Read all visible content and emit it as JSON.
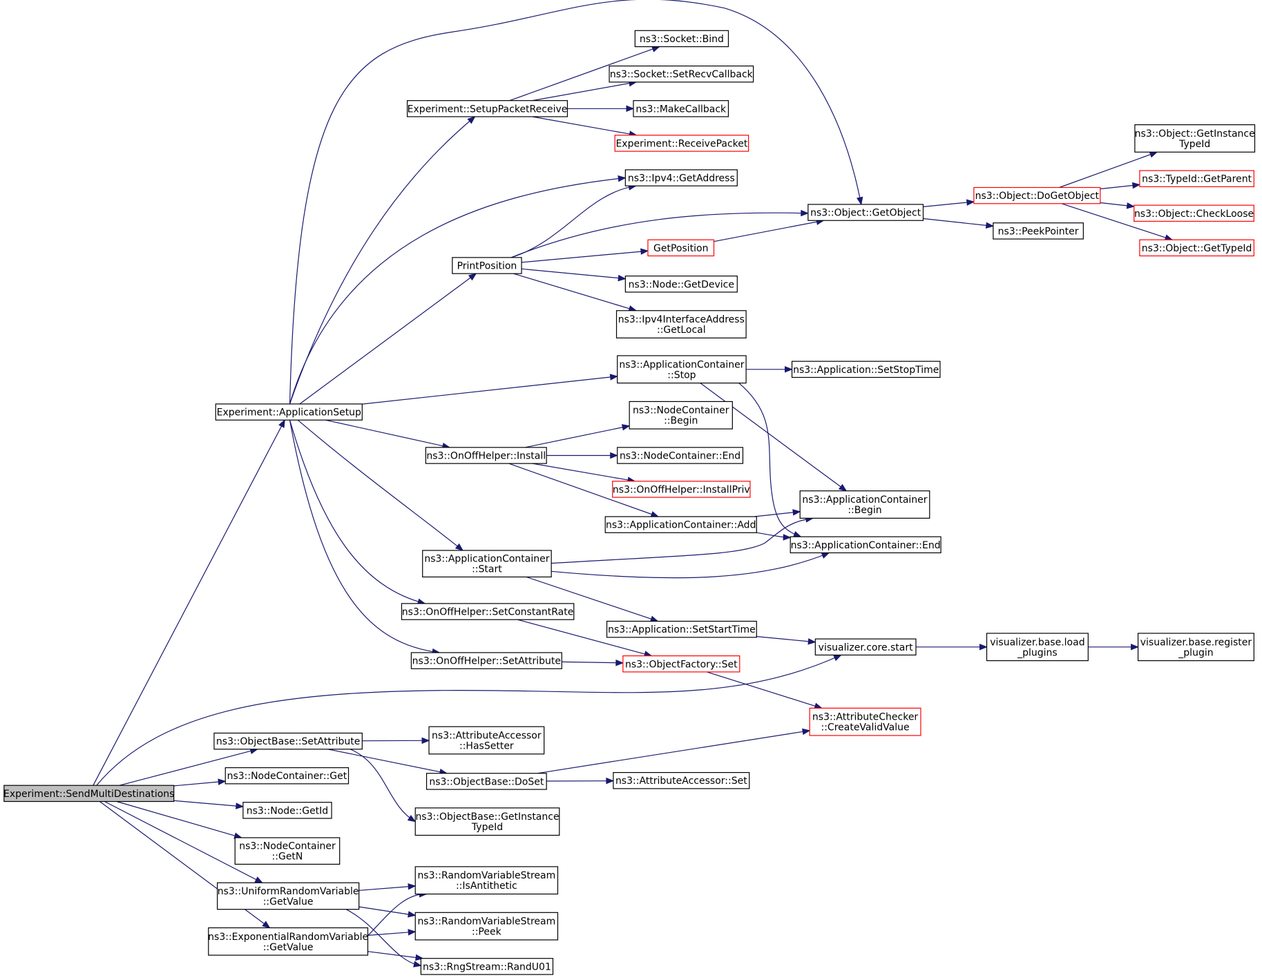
{
  "graph": {
    "nodes": [
      {
        "id": "sendmulti",
        "lines": [
          "Experiment::SendMultiDestinations"
        ],
        "style": "root"
      },
      {
        "id": "appsetup",
        "lines": [
          "Experiment::ApplicationSetup"
        ],
        "style": "black"
      },
      {
        "id": "setattr",
        "lines": [
          "ns3::ObjectBase::SetAttribute"
        ],
        "style": "black"
      },
      {
        "id": "nc_get",
        "lines": [
          "ns3::NodeContainer::Get"
        ],
        "style": "black"
      },
      {
        "id": "node_getid",
        "lines": [
          "ns3::Node::GetId"
        ],
        "style": "black"
      },
      {
        "id": "nc_getn",
        "lines": [
          "ns3::NodeContainer",
          "::GetN"
        ],
        "style": "black"
      },
      {
        "id": "uniform",
        "lines": [
          "ns3::UniformRandomVariable",
          "::GetValue"
        ],
        "style": "black"
      },
      {
        "id": "expo",
        "lines": [
          "ns3::ExponentialRandomVariable",
          "::GetValue"
        ],
        "style": "black"
      },
      {
        "id": "setuppkt",
        "lines": [
          "Experiment::SetupPacketReceive"
        ],
        "style": "black"
      },
      {
        "id": "printpos",
        "lines": [
          "PrintPosition"
        ],
        "style": "black"
      },
      {
        "id": "onoff_install",
        "lines": [
          "ns3::OnOffHelper::Install"
        ],
        "style": "black"
      },
      {
        "id": "ac_start",
        "lines": [
          "ns3::ApplicationContainer",
          "::Start"
        ],
        "style": "black"
      },
      {
        "id": "onoff_rate",
        "lines": [
          "ns3::OnOffHelper::SetConstantRate"
        ],
        "style": "black"
      },
      {
        "id": "onoff_setattr",
        "lines": [
          "ns3::OnOffHelper::SetAttribute"
        ],
        "style": "black"
      },
      {
        "id": "sock_bind",
        "lines": [
          "ns3::Socket::Bind"
        ],
        "style": "black"
      },
      {
        "id": "sock_recv",
        "lines": [
          "ns3::Socket::SetRecvCallback"
        ],
        "style": "black"
      },
      {
        "id": "makecb",
        "lines": [
          "ns3::MakeCallback"
        ],
        "style": "black"
      },
      {
        "id": "recvpkt",
        "lines": [
          "Experiment::ReceivePacket"
        ],
        "style": "red"
      },
      {
        "id": "ipv4_getaddr",
        "lines": [
          "ns3::Ipv4::GetAddress"
        ],
        "style": "black"
      },
      {
        "id": "getpos",
        "lines": [
          "GetPosition"
        ],
        "style": "red"
      },
      {
        "id": "node_getdev",
        "lines": [
          "ns3::Node::GetDevice"
        ],
        "style": "black"
      },
      {
        "id": "ipv4if_local",
        "lines": [
          "ns3::Ipv4InterfaceAddress",
          "::GetLocal"
        ],
        "style": "black"
      },
      {
        "id": "ac_stop",
        "lines": [
          "ns3::ApplicationContainer",
          "::Stop"
        ],
        "style": "black"
      },
      {
        "id": "nc_begin",
        "lines": [
          "ns3::NodeContainer",
          "::Begin"
        ],
        "style": "black"
      },
      {
        "id": "nc_end",
        "lines": [
          "ns3::NodeContainer::End"
        ],
        "style": "black"
      },
      {
        "id": "onoff_installpriv",
        "lines": [
          "ns3::OnOffHelper::InstallPriv"
        ],
        "style": "red"
      },
      {
        "id": "ac_add",
        "lines": [
          "ns3::ApplicationContainer::Add"
        ],
        "style": "black"
      },
      {
        "id": "app_setstart",
        "lines": [
          "ns3::Application::SetStartTime"
        ],
        "style": "black"
      },
      {
        "id": "objfactory_set",
        "lines": [
          "ns3::ObjectFactory::Set"
        ],
        "style": "red"
      },
      {
        "id": "aa_hassetter",
        "lines": [
          "ns3::AttributeAccessor",
          "::HasSetter"
        ],
        "style": "black"
      },
      {
        "id": "ob_doset",
        "lines": [
          "ns3::ObjectBase::DoSet"
        ],
        "style": "black"
      },
      {
        "id": "ob_getinst",
        "lines": [
          "ns3::ObjectBase::GetInstance",
          "TypeId"
        ],
        "style": "black"
      },
      {
        "id": "rvs_anti",
        "lines": [
          "ns3::RandomVariableStream",
          "::IsAntithetic"
        ],
        "style": "black"
      },
      {
        "id": "rvs_peek",
        "lines": [
          "ns3::RandomVariableStream",
          "::Peek"
        ],
        "style": "black"
      },
      {
        "id": "rng_randu01",
        "lines": [
          "ns3::RngStream::RandU01"
        ],
        "style": "black"
      },
      {
        "id": "obj_getobject",
        "lines": [
          "ns3::Object::GetObject"
        ],
        "style": "black"
      },
      {
        "id": "app_setstop",
        "lines": [
          "ns3::Application::SetStopTime"
        ],
        "style": "black"
      },
      {
        "id": "ac_begin",
        "lines": [
          "ns3::ApplicationContainer",
          "::Begin"
        ],
        "style": "black"
      },
      {
        "id": "ac_end",
        "lines": [
          "ns3::ApplicationContainer::End"
        ],
        "style": "black"
      },
      {
        "id": "viz_start",
        "lines": [
          "visualizer.core.start"
        ],
        "style": "black"
      },
      {
        "id": "attrchk",
        "lines": [
          "ns3::AttributeChecker",
          "::CreateValidValue"
        ],
        "style": "red"
      },
      {
        "id": "aa_set",
        "lines": [
          "ns3::AttributeAccessor::Set"
        ],
        "style": "black"
      },
      {
        "id": "obj_dogetobject",
        "lines": [
          "ns3::Object::DoGetObject"
        ],
        "style": "red"
      },
      {
        "id": "peekptr",
        "lines": [
          "ns3::PeekPointer"
        ],
        "style": "black"
      },
      {
        "id": "viz_load",
        "lines": [
          "visualizer.base.load",
          "_plugins"
        ],
        "style": "black"
      },
      {
        "id": "obj_getinst",
        "lines": [
          "ns3::Object::GetInstance",
          "TypeId"
        ],
        "style": "black"
      },
      {
        "id": "typeid_parent",
        "lines": [
          "ns3::TypeId::GetParent"
        ],
        "style": "red"
      },
      {
        "id": "obj_checkloose",
        "lines": [
          "ns3::Object::CheckLoose"
        ],
        "style": "red"
      },
      {
        "id": "obj_gettypeid",
        "lines": [
          "ns3::Object::GetTypeId"
        ],
        "style": "red"
      },
      {
        "id": "viz_register",
        "lines": [
          "visualizer.base.register",
          "_plugin"
        ],
        "style": "black"
      }
    ],
    "edges": [
      [
        "sendmulti",
        "appsetup"
      ],
      [
        "sendmulti",
        "setattr"
      ],
      [
        "sendmulti",
        "nc_get"
      ],
      [
        "sendmulti",
        "node_getid"
      ],
      [
        "sendmulti",
        "nc_getn"
      ],
      [
        "sendmulti",
        "uniform"
      ],
      [
        "sendmulti",
        "expo"
      ],
      [
        "sendmulti",
        "viz_start"
      ],
      [
        "appsetup",
        "setuppkt"
      ],
      [
        "appsetup",
        "ipv4_getaddr"
      ],
      [
        "appsetup",
        "obj_getobject"
      ],
      [
        "appsetup",
        "printpos"
      ],
      [
        "appsetup",
        "ac_stop"
      ],
      [
        "appsetup",
        "onoff_install"
      ],
      [
        "appsetup",
        "ac_start"
      ],
      [
        "appsetup",
        "onoff_rate"
      ],
      [
        "appsetup",
        "onoff_setattr"
      ],
      [
        "setuppkt",
        "sock_bind"
      ],
      [
        "setuppkt",
        "sock_recv"
      ],
      [
        "setuppkt",
        "makecb"
      ],
      [
        "setuppkt",
        "recvpkt"
      ],
      [
        "printpos",
        "ipv4_getaddr"
      ],
      [
        "printpos",
        "obj_getobject"
      ],
      [
        "printpos",
        "getpos"
      ],
      [
        "printpos",
        "node_getdev"
      ],
      [
        "printpos",
        "ipv4if_local"
      ],
      [
        "getpos",
        "obj_getobject"
      ],
      [
        "obj_getobject",
        "obj_dogetobject"
      ],
      [
        "obj_getobject",
        "peekptr"
      ],
      [
        "obj_dogetobject",
        "obj_getinst"
      ],
      [
        "obj_dogetobject",
        "typeid_parent"
      ],
      [
        "obj_dogetobject",
        "obj_checkloose"
      ],
      [
        "obj_dogetobject",
        "obj_gettypeid"
      ],
      [
        "ac_stop",
        "app_setstop"
      ],
      [
        "ac_stop",
        "ac_begin"
      ],
      [
        "ac_stop",
        "ac_end"
      ],
      [
        "onoff_install",
        "nc_begin"
      ],
      [
        "onoff_install",
        "nc_end"
      ],
      [
        "onoff_install",
        "onoff_installpriv"
      ],
      [
        "onoff_install",
        "ac_add"
      ],
      [
        "ac_add",
        "ac_begin"
      ],
      [
        "ac_add",
        "ac_end"
      ],
      [
        "ac_start",
        "ac_begin"
      ],
      [
        "ac_start",
        "ac_end"
      ],
      [
        "ac_start",
        "app_setstart"
      ],
      [
        "app_setstart",
        "viz_start"
      ],
      [
        "viz_start",
        "viz_load"
      ],
      [
        "viz_load",
        "viz_register"
      ],
      [
        "onoff_rate",
        "objfactory_set"
      ],
      [
        "onoff_setattr",
        "objfactory_set"
      ],
      [
        "objfactory_set",
        "attrchk"
      ],
      [
        "setattr",
        "aa_hassetter"
      ],
      [
        "setattr",
        "ob_doset"
      ],
      [
        "setattr",
        "ob_getinst"
      ],
      [
        "ob_doset",
        "attrchk"
      ],
      [
        "ob_doset",
        "aa_set"
      ],
      [
        "uniform",
        "rvs_anti"
      ],
      [
        "uniform",
        "rvs_peek"
      ],
      [
        "uniform",
        "rng_randu01"
      ],
      [
        "expo",
        "rvs_anti"
      ],
      [
        "expo",
        "rvs_peek"
      ],
      [
        "expo",
        "rng_randu01"
      ]
    ]
  }
}
